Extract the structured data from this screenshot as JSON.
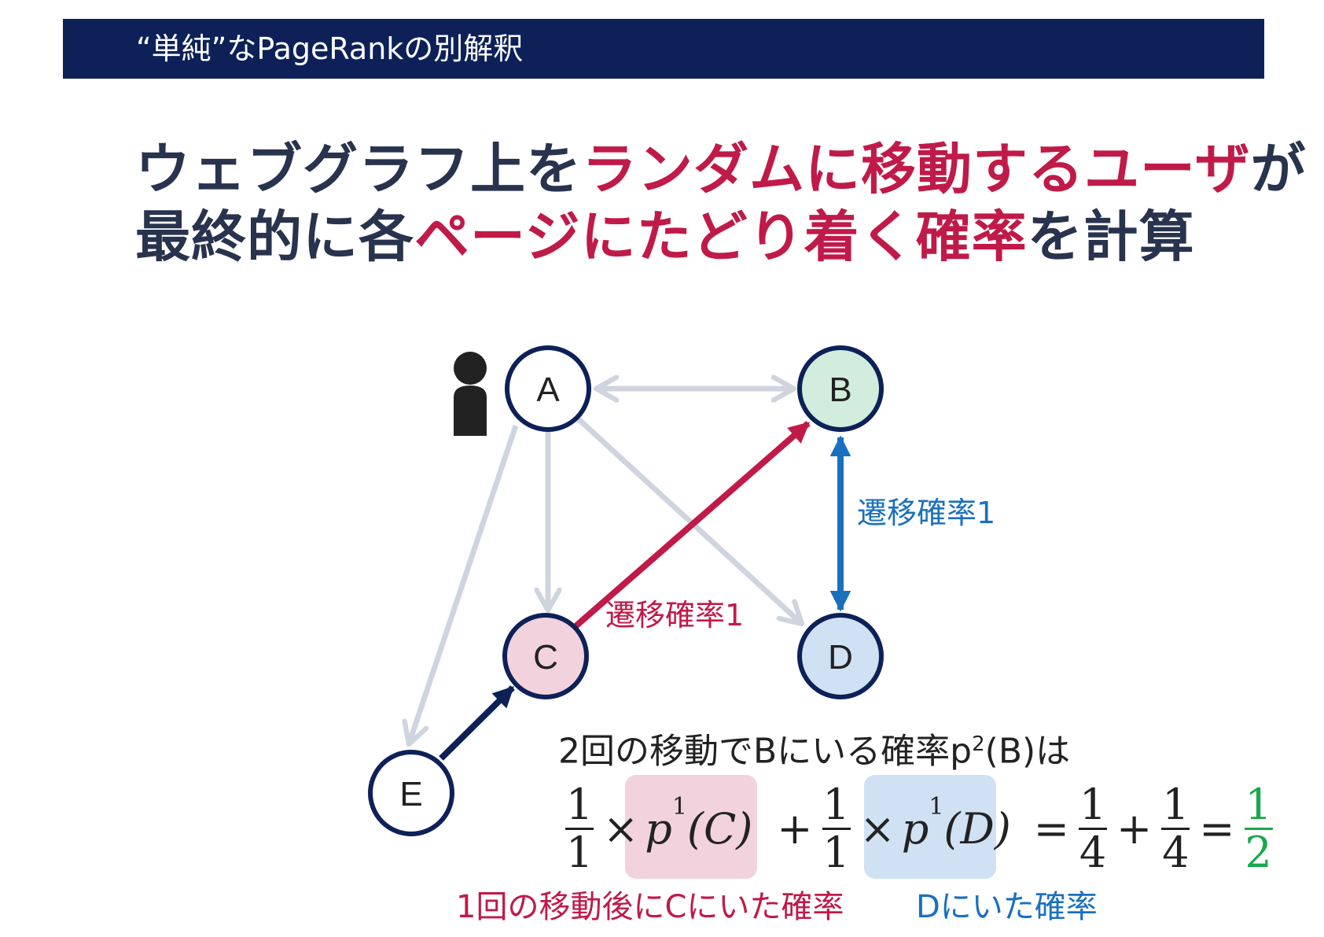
{
  "header": {
    "title": "“単純”なPageRankの別解釈"
  },
  "headline": {
    "line1": {
      "pre": "ウェブグラフ上を",
      "highlight": "ランダムに移動するユーザ",
      "post": "が"
    },
    "line2": {
      "pre": "最終的に各",
      "highlight": "ページにたどり着く確率",
      "post": "を計算"
    }
  },
  "graph": {
    "nodes": [
      {
        "id": "A",
        "label": "A",
        "fill": "#ffffff"
      },
      {
        "id": "B",
        "label": "B",
        "fill": "#d2ecdd"
      },
      {
        "id": "C",
        "label": "C",
        "fill": "#f2d2dc"
      },
      {
        "id": "D",
        "label": "D",
        "fill": "#cfe1f2"
      },
      {
        "id": "E",
        "label": "E",
        "fill": "#ffffff"
      }
    ],
    "edges": [
      {
        "from": "A",
        "to": "B",
        "style": "gray-bidirectional"
      },
      {
        "from": "A",
        "to": "C",
        "style": "gray"
      },
      {
        "from": "A",
        "to": "D",
        "style": "gray"
      },
      {
        "from": "A",
        "to": "E",
        "style": "gray"
      },
      {
        "from": "C",
        "to": "B",
        "style": "red"
      },
      {
        "from": "B",
        "to": "D",
        "style": "blue-bidirectional"
      },
      {
        "from": "E",
        "to": "C",
        "style": "navy"
      }
    ],
    "edge_label_cb": "遷移確率1",
    "edge_label_bd": "遷移確率1",
    "user_icon": "person-icon"
  },
  "equation": {
    "title_pre": "2回の移動でBにいる確率p",
    "title_sup": "2",
    "title_post": "(B)は",
    "frac1": {
      "num": "1",
      "den": "1"
    },
    "term1": {
      "var": "p",
      "sup": "1",
      "arg": "(C)"
    },
    "frac2": {
      "num": "1",
      "den": "1"
    },
    "term2": {
      "var": "p",
      "sup": "1",
      "arg": "(D)"
    },
    "frac3": {
      "num": "1",
      "den": "4"
    },
    "frac4": {
      "num": "1",
      "den": "4"
    },
    "result": {
      "num": "1",
      "den": "2"
    },
    "times": "×",
    "plus": "+",
    "equals": "="
  },
  "captions": {
    "c_caption": "1回の移動後にCにいた確率",
    "d_caption": "Dにいた確率"
  },
  "colors": {
    "navy": "#0d2158",
    "gray": "#cfd4df",
    "red": "#c01a49",
    "blue": "#1a70bf",
    "green": "#1aa84a"
  }
}
